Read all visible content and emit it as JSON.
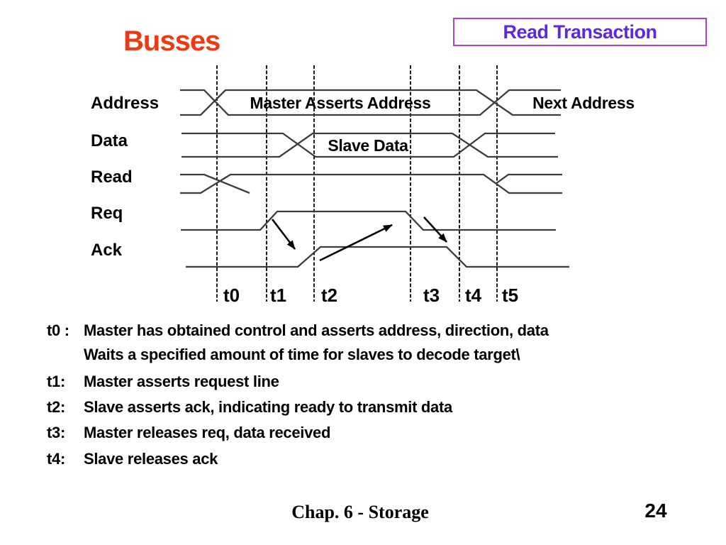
{
  "slide": {
    "title": "Busses",
    "badge": "Read Transaction",
    "footer": "Chap. 6 - Storage",
    "page_number": "24"
  },
  "diagram": {
    "signals": [
      "Address",
      "Data",
      "Read",
      "Req",
      "Ack"
    ],
    "bus_labels": {
      "master_asserts": "Master Asserts Address",
      "next_address": "Next Address",
      "slave_data": "Slave Data"
    },
    "time_labels": [
      "t0",
      "t1",
      "t2",
      "t3",
      "t4",
      "t5"
    ]
  },
  "notes": [
    {
      "label": "t0 :",
      "text": "Master has obtained control and asserts address, direction, data"
    },
    {
      "label": "",
      "text": "Waits a specified amount of time for slaves to decode target\\"
    },
    {
      "label": "t1:",
      "text": "Master asserts request line"
    },
    {
      "label": "t2:",
      "text": "Slave asserts ack, indicating ready to transmit data"
    },
    {
      "label": "t3:",
      "text": "Master releases req, data received"
    },
    {
      "label": "t4:",
      "text": "Slave releases ack"
    }
  ],
  "colors": {
    "title": "#ee3a12",
    "badge_border": "#b53ec4",
    "badge_text": "#5d28e0",
    "ink": "#000000"
  }
}
